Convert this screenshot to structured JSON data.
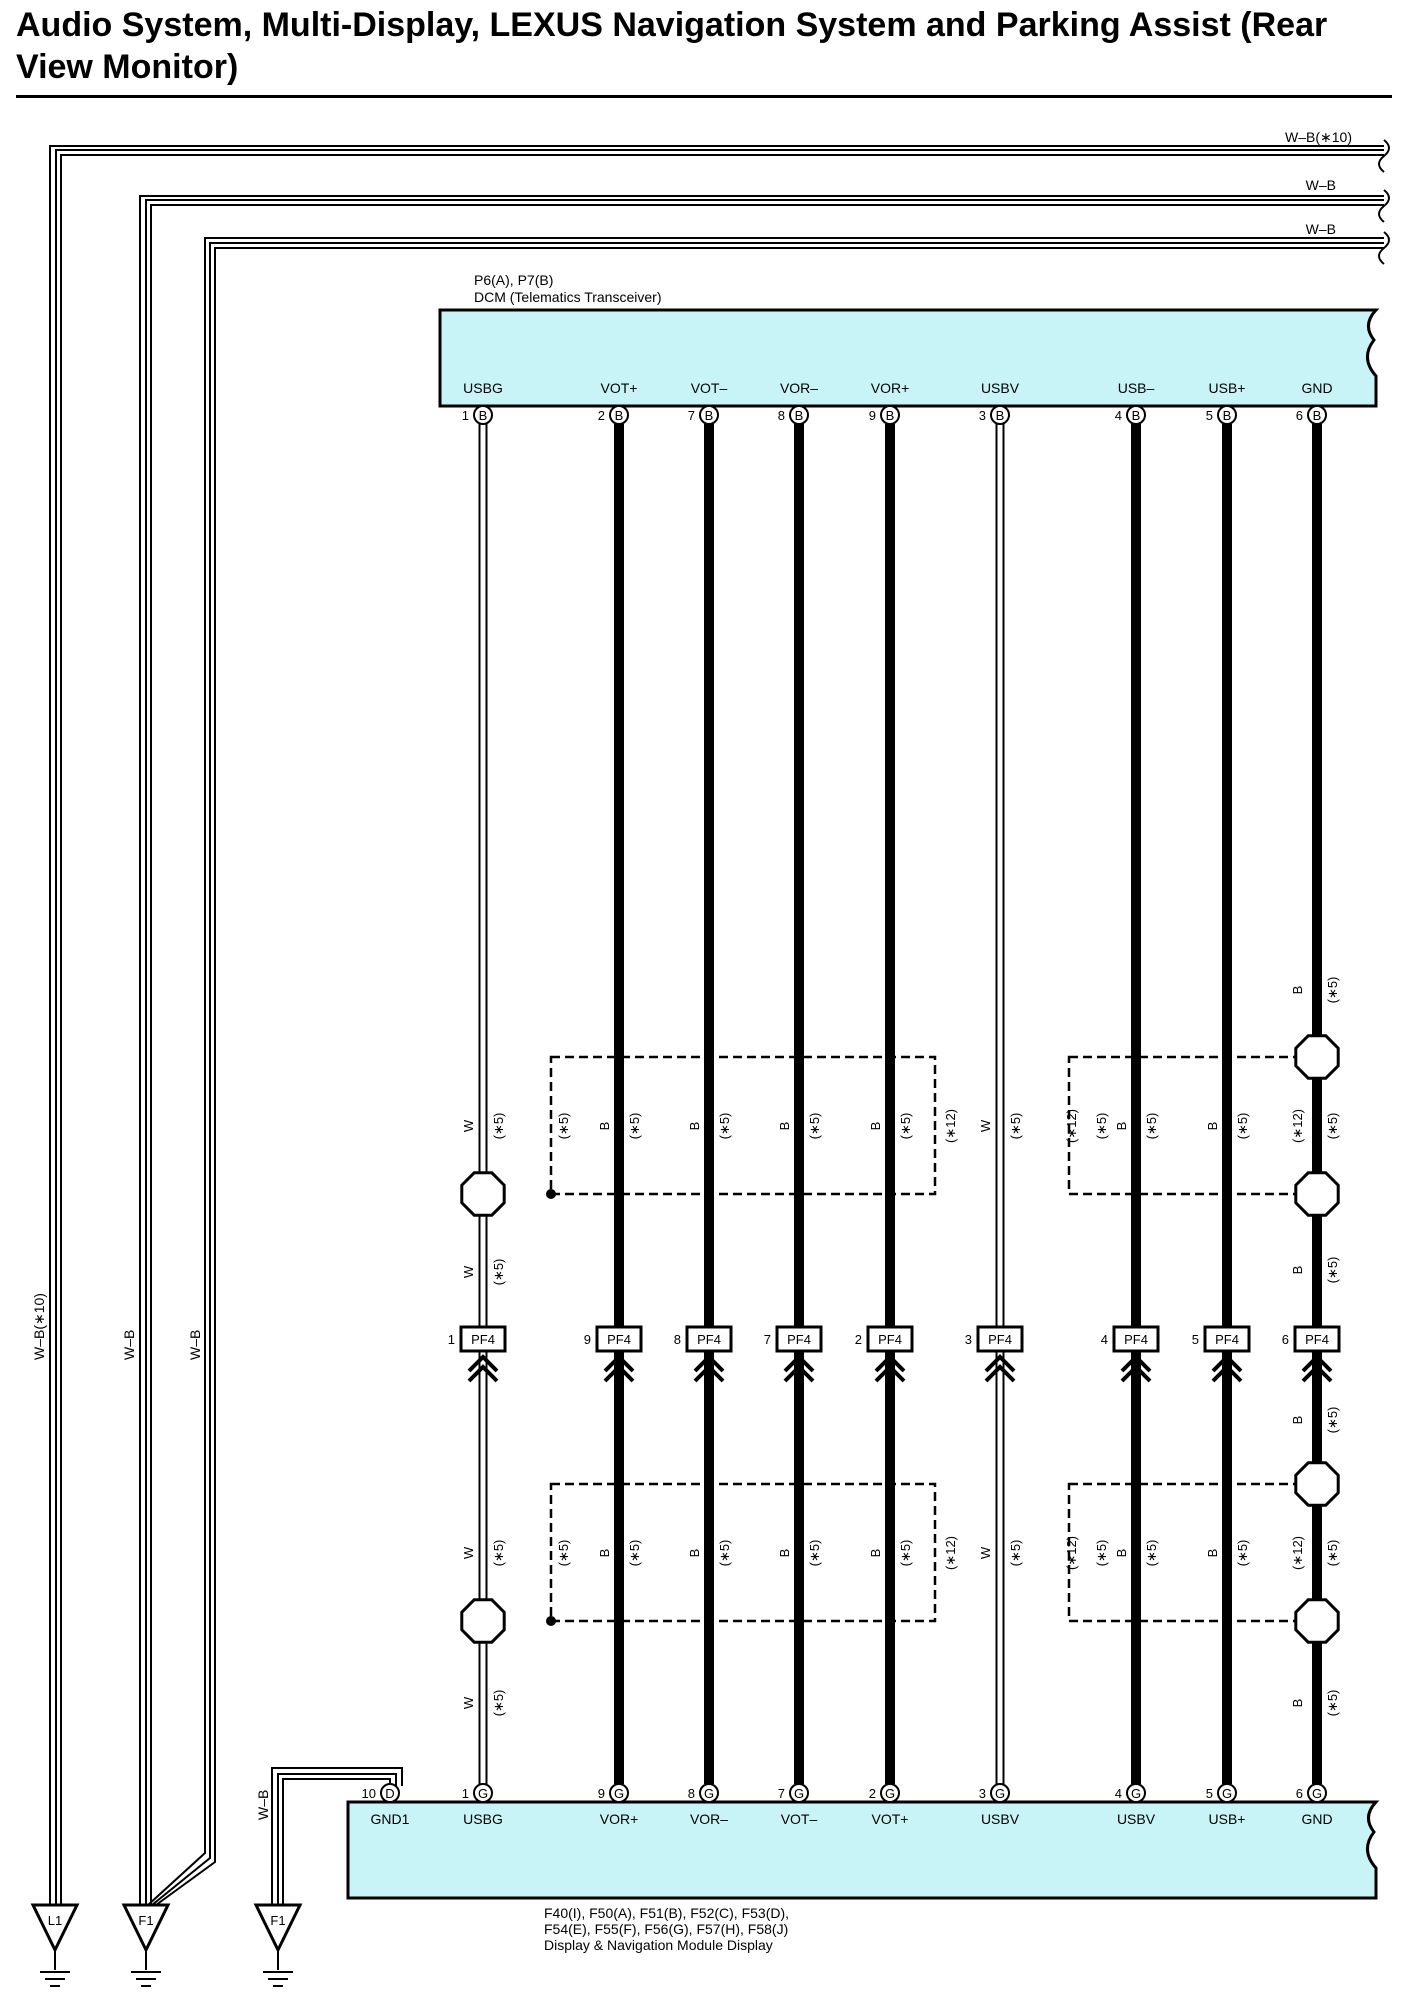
{
  "title": "Audio System, Multi-Display, LEXUS Navigation System and Parking Assist (Rear View Monitor)",
  "dcm": {
    "connector_ids": "P6(A), P7(B)",
    "name": "DCM (Telematics Transceiver)",
    "pins": [
      {
        "label": "USBG",
        "pin": "1",
        "conn": "B"
      },
      {
        "label": "VOT+",
        "pin": "2",
        "conn": "B"
      },
      {
        "label": "VOT–",
        "pin": "7",
        "conn": "B"
      },
      {
        "label": "VOR–",
        "pin": "8",
        "conn": "B"
      },
      {
        "label": "VOR+",
        "pin": "9",
        "conn": "B"
      },
      {
        "label": "USBV",
        "pin": "3",
        "conn": "B"
      },
      {
        "label": "USB–",
        "pin": "4",
        "conn": "B"
      },
      {
        "label": "USB+",
        "pin": "5",
        "conn": "B"
      },
      {
        "label": "GND",
        "pin": "6",
        "conn": "B"
      }
    ]
  },
  "module": {
    "connector_ids_line1": "F40(I), F50(A), F51(B), F52(C), F53(D),",
    "connector_ids_line2": "F54(E), F55(F), F56(G), F57(H), F58(J)",
    "name": "Display & Navigation Module Display",
    "pins": [
      {
        "label": "GND1",
        "pin": "10",
        "conn": "D"
      },
      {
        "label": "USBG",
        "pin": "1",
        "conn": "G"
      },
      {
        "label": "VOR+",
        "pin": "9",
        "conn": "G"
      },
      {
        "label": "VOR–",
        "pin": "8",
        "conn": "G"
      },
      {
        "label": "VOT–",
        "pin": "7",
        "conn": "G"
      },
      {
        "label": "VOT+",
        "pin": "2",
        "conn": "G"
      },
      {
        "label": "USBV",
        "pin": "3",
        "conn": "G"
      },
      {
        "label": "USBV",
        "pin": "4",
        "conn": "G"
      },
      {
        "label": "USB+",
        "pin": "5",
        "conn": "G"
      },
      {
        "label": "GND",
        "pin": "6",
        "conn": "G"
      }
    ]
  },
  "junction": {
    "name": "PF4",
    "pins": [
      "1",
      "9",
      "8",
      "7",
      "2",
      "3",
      "4",
      "5",
      "6"
    ]
  },
  "wire_colors": [
    "W",
    "B",
    "B",
    "B",
    "B",
    "W",
    "B",
    "B",
    "B"
  ],
  "notes": {
    "n5": "(∗5)",
    "n12": "(∗12)"
  },
  "ground_wires": {
    "wb10": "W–B(∗10)",
    "wb": "W–B"
  },
  "grounds": [
    "L1",
    "F1",
    "F1"
  ]
}
